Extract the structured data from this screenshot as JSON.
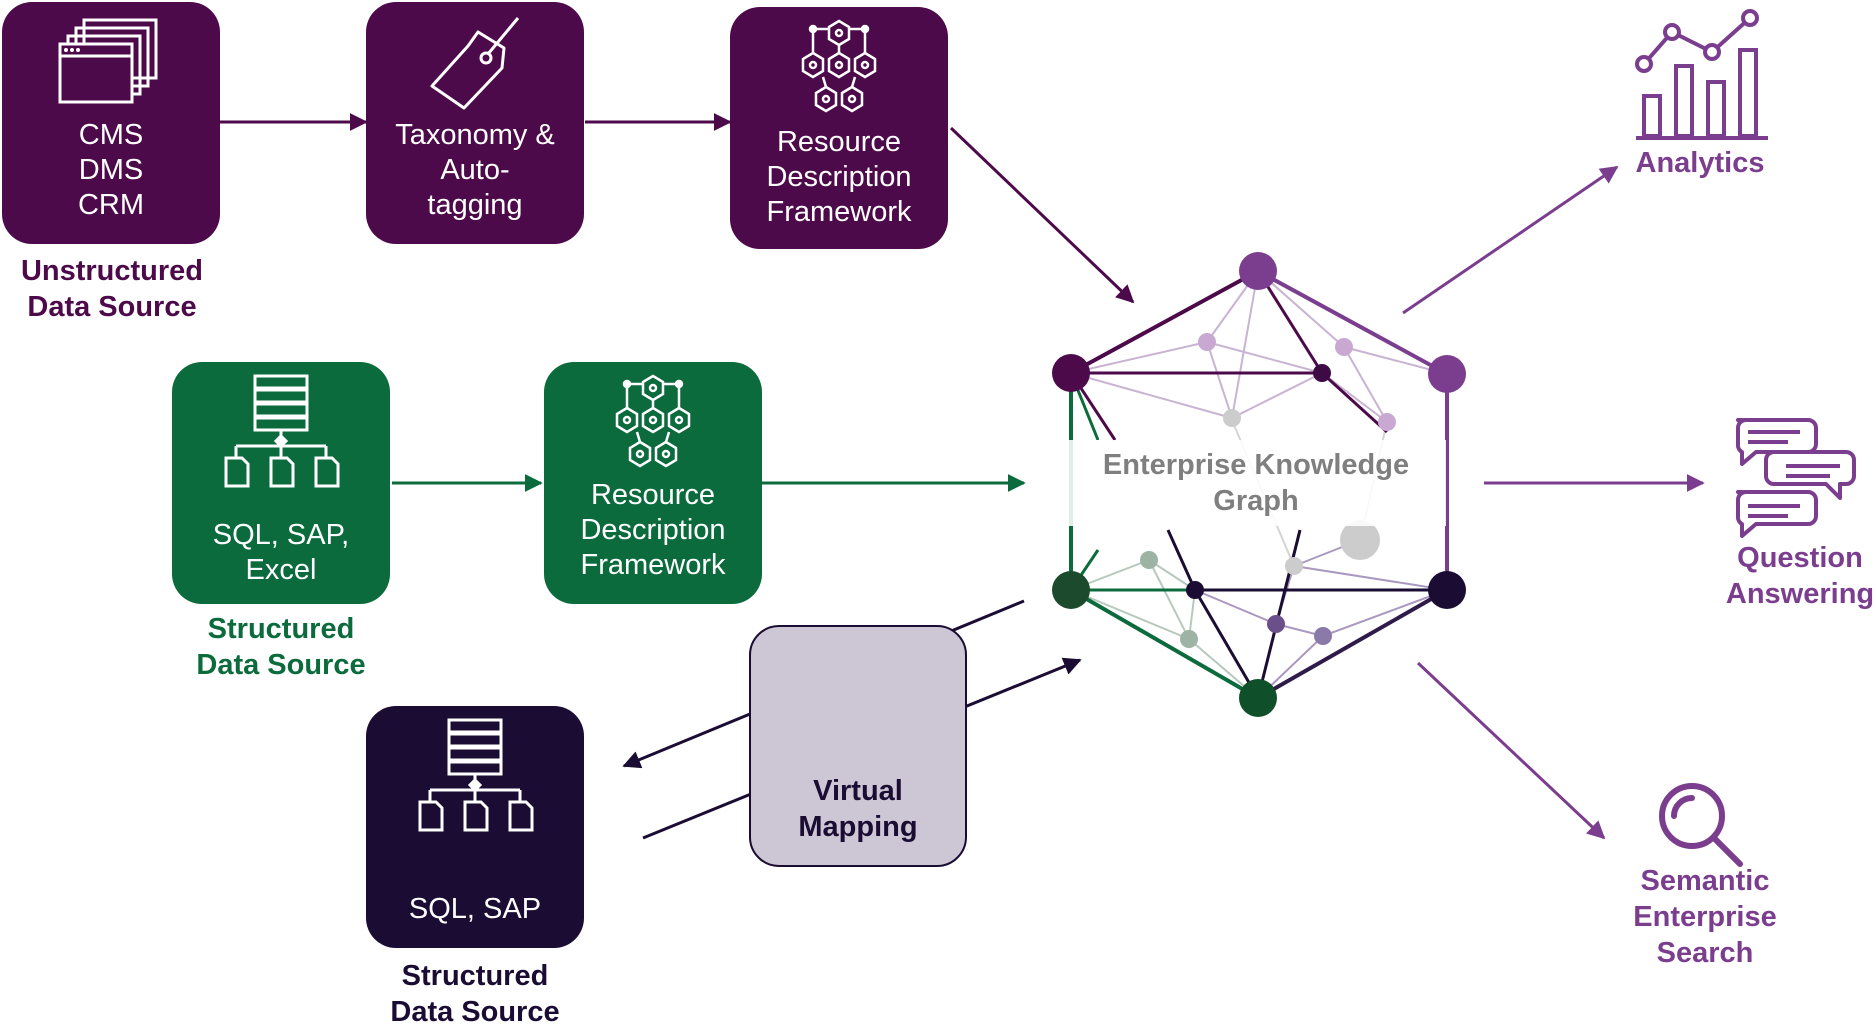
{
  "colors": {
    "purple": "#4d0a4a",
    "green": "#0b6b3c",
    "navy": "#1b0c33",
    "lavender_output": "#7b3e8e",
    "virtual_mapping_fill": "#cdc7d5",
    "graph_label": "#7f7f7f"
  },
  "unstructured_row": {
    "source_box": {
      "label": "CMS\nDMS\nCRM",
      "icon": "window-stack-icon"
    },
    "taxonomy_box": {
      "label": "Taxonomy &\nAuto-\ntagging",
      "icon": "tag-icon"
    },
    "rdf_box": {
      "label": "Resource\nDescription\nFramework",
      "icon": "hexagon-network-icon"
    },
    "caption": "Unstructured\nData Source"
  },
  "structured_row": {
    "source_box": {
      "label": "SQL, SAP,\nExcel",
      "icon": "database-tree-icon"
    },
    "rdf_box": {
      "label": "Resource\nDescription\nFramework",
      "icon": "hexagon-network-icon"
    },
    "caption": "Structured\nData Source"
  },
  "virtual_row": {
    "source_box": {
      "label": "SQL, SAP",
      "icon": "database-tree-icon"
    },
    "caption": "Structured\nData Source",
    "mapping_box": {
      "label": "Virtual\nMapping"
    }
  },
  "knowledge_graph": {
    "label": "Enterprise Knowledge\nGraph"
  },
  "outputs": [
    {
      "label": "Analytics",
      "icon": "bar-line-chart-icon"
    },
    {
      "label": "Question\nAnswering",
      "icon": "chat-bubbles-icon"
    },
    {
      "label": "Semantic\nEnterprise\nSearch",
      "icon": "magnifier-icon"
    }
  ]
}
